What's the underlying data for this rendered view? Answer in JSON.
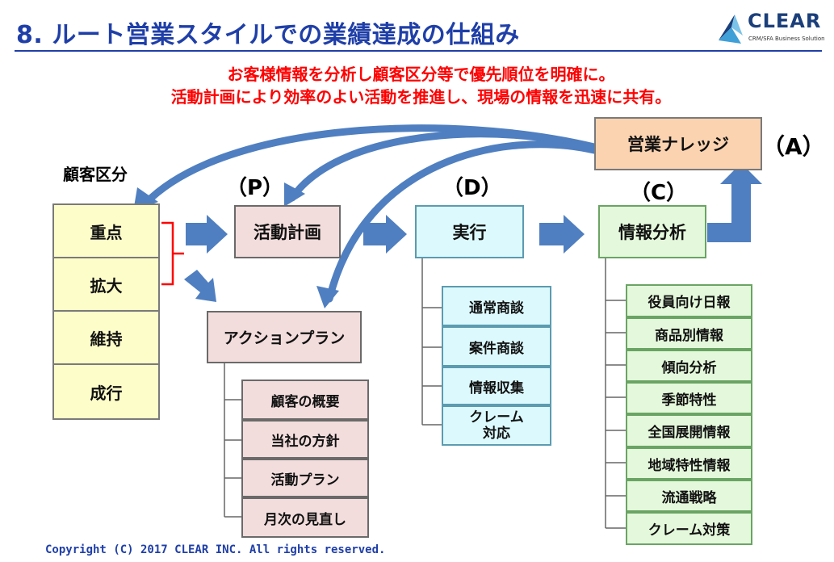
{
  "title": "8. ルート営業スタイルでの業績達成の仕組み",
  "logo": {
    "name": "CLEAR",
    "tagline": "CRM/SFA Business Solution",
    "icon": "clear-logo-icon"
  },
  "subtitle_lines": [
    "お客様情報を分析し顧客区分等で優先順位を明確に。",
    "活動計画により効率のよい活動を推進し、現場の情報を迅速に共有。"
  ],
  "customer_category": {
    "label": "顧客区分",
    "items": [
      "重点",
      "拡大",
      "維持",
      "成行"
    ]
  },
  "plan": {
    "marker": "（P）",
    "label": "活動計画",
    "action_plan": {
      "label": "アクションプラン",
      "items": [
        "顧客の概要",
        "当社の方針",
        "活動プラン",
        "月次の見直し"
      ]
    }
  },
  "do": {
    "marker": "（D）",
    "label": "実行",
    "items": [
      "通常商談",
      "案件商談",
      "情報収集",
      "クレーム\n対応"
    ]
  },
  "check": {
    "marker": "（C）",
    "label": "情報分析",
    "items": [
      "役員向け日報",
      "商品別情報",
      "傾向分析",
      "季節特性",
      "全国展開情報",
      "地域特性情報",
      "流通戦略",
      "クレーム対策"
    ]
  },
  "act": {
    "marker": "（A）",
    "label": "営業ナレッジ"
  },
  "colors": {
    "title": "#1f3fa8",
    "subtitle": "#ff0000",
    "arrow": "#4f7fc0",
    "bracket": "#ff0000",
    "yellow": "#fdfdc9",
    "pink": "#f2dcdc",
    "cyan": "#dcfafe",
    "green": "#e4f8db",
    "orange": "#fbd3b0"
  },
  "copyright": "Copyright (C) 2017 CLEAR INC. All rights reserved."
}
